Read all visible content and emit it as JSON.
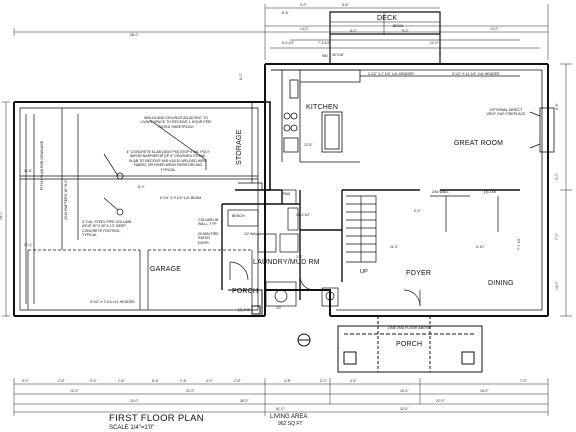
{
  "drawing": {
    "title": "FIRST FLOOR PLAN",
    "scale": "SCALE 1/4\"=1'0\"",
    "area_label": "LIVING AREA",
    "area_value": "962 SQ FT"
  },
  "rooms": {
    "deck": "DECK",
    "kitchen": "KITCHEN",
    "great_room": "GREAT ROOM",
    "storage": "STORAGE",
    "garage": "GARAGE",
    "laundry": "LAUNDRY/MUD RM",
    "foyer": "FOYER",
    "dining": "DINING",
    "porch_side": "PORCH",
    "porch_front": "PORCH",
    "up": "UP"
  },
  "notes": {
    "walls_ceilings": "WALLS AND CEILINGS ADJACENT TO LIVING SPACE TO RECEIVE 1 HOUR FIRE RATED SHEETROCK",
    "slab": "4\" CONCRETE SLAB (3000 PSI) ATOP 6 MIL POLY VAPOR BARRIER ATOP 4\" CRUSHED STONE. SLAB TO RECEIVE 6X6 #10/10 WELDED WIRE FABRIC OR FIBER MESH REINFORCING TYPICAL",
    "pipe_column": "4\" DIA. STEEL PIPE COLUMN ATOP 30\"X 30\"X 12\" DEEP CONCRETE FOOTING, TYPICAL",
    "lvl_beam": "5 1/4\" X 9 1/4\" LVL BEAM",
    "garage_header": "3 1/2\" X 9 1/4 LVL HEADER",
    "kitchen_header": "3 1/2\" X 7 1/4\" LVL HEADER",
    "great_header": "3 1/2\" X 11 1/4\" LVL HEADER",
    "fireplace": "OPTIONAL DIRECT VENT GAS FIREPLACE",
    "wall_2x6": "2X6 WALL",
    "post_3_2x8": "(3) 2X8",
    "column_wall": "COLUMN IN WALL, TYP",
    "half_wall": "1/2 WALL",
    "fire_door": "20 MIN FIRE RATED DOOR",
    "pitch_drain": "PITCH SLAB FOR DRAINAGE",
    "rafters": "2X10 RAFTERS 16\" O.C.",
    "bench": "BENCH",
    "line_2nd_floor": "LINE 2ND FLOOR ABOVE",
    "pantry": "PAN",
    "bath_half": "1/2",
    "header_2_2x8": "(2) 2X8",
    "deck_beam": "BEAM",
    "window_tag": "WD"
  },
  "dimensions": {
    "top": [
      "9'-0\"",
      "8'-8\"",
      "8'-6\"",
      "5'-0\"",
      "8'-0\"",
      "28'-0\"",
      "14'-0\"",
      "13'-0\"",
      "6'-4 1/2\"",
      "7'-3 1/2\"",
      "12'-0\"",
      "6'-0\"",
      "30\"X18\""
    ],
    "left": [
      "11'-8\"",
      "12'-4\"",
      "24'-0\"",
      "8'-0\""
    ],
    "bottom": [
      "9'-0\"",
      "2'-6\"",
      "3'-0\"",
      "2'-6\"",
      "5'-6\"",
      "2'-6\"",
      "3'-0\"",
      "2'-6\"",
      "12'-0\"",
      "12'-0\"",
      "4'-8\"",
      "3'-0\"",
      "3'-4\"",
      "24'-0\"",
      "22'-0\"",
      "16'-0\"",
      "18'-0\"",
      "32'-0\"",
      "38'-0\"",
      "51'-0\"",
      "7'-0\""
    ],
    "right": [
      "8'-9\"",
      "14'-0\"",
      "5'-0\"",
      "7'-0\""
    ],
    "interior": [
      "12'-8\"",
      "13'-3 1/2\"",
      "5'-0\"",
      "11'-0\"",
      "3'-6\"",
      "6'-10\"",
      "7'-7 1/2\""
    ]
  }
}
